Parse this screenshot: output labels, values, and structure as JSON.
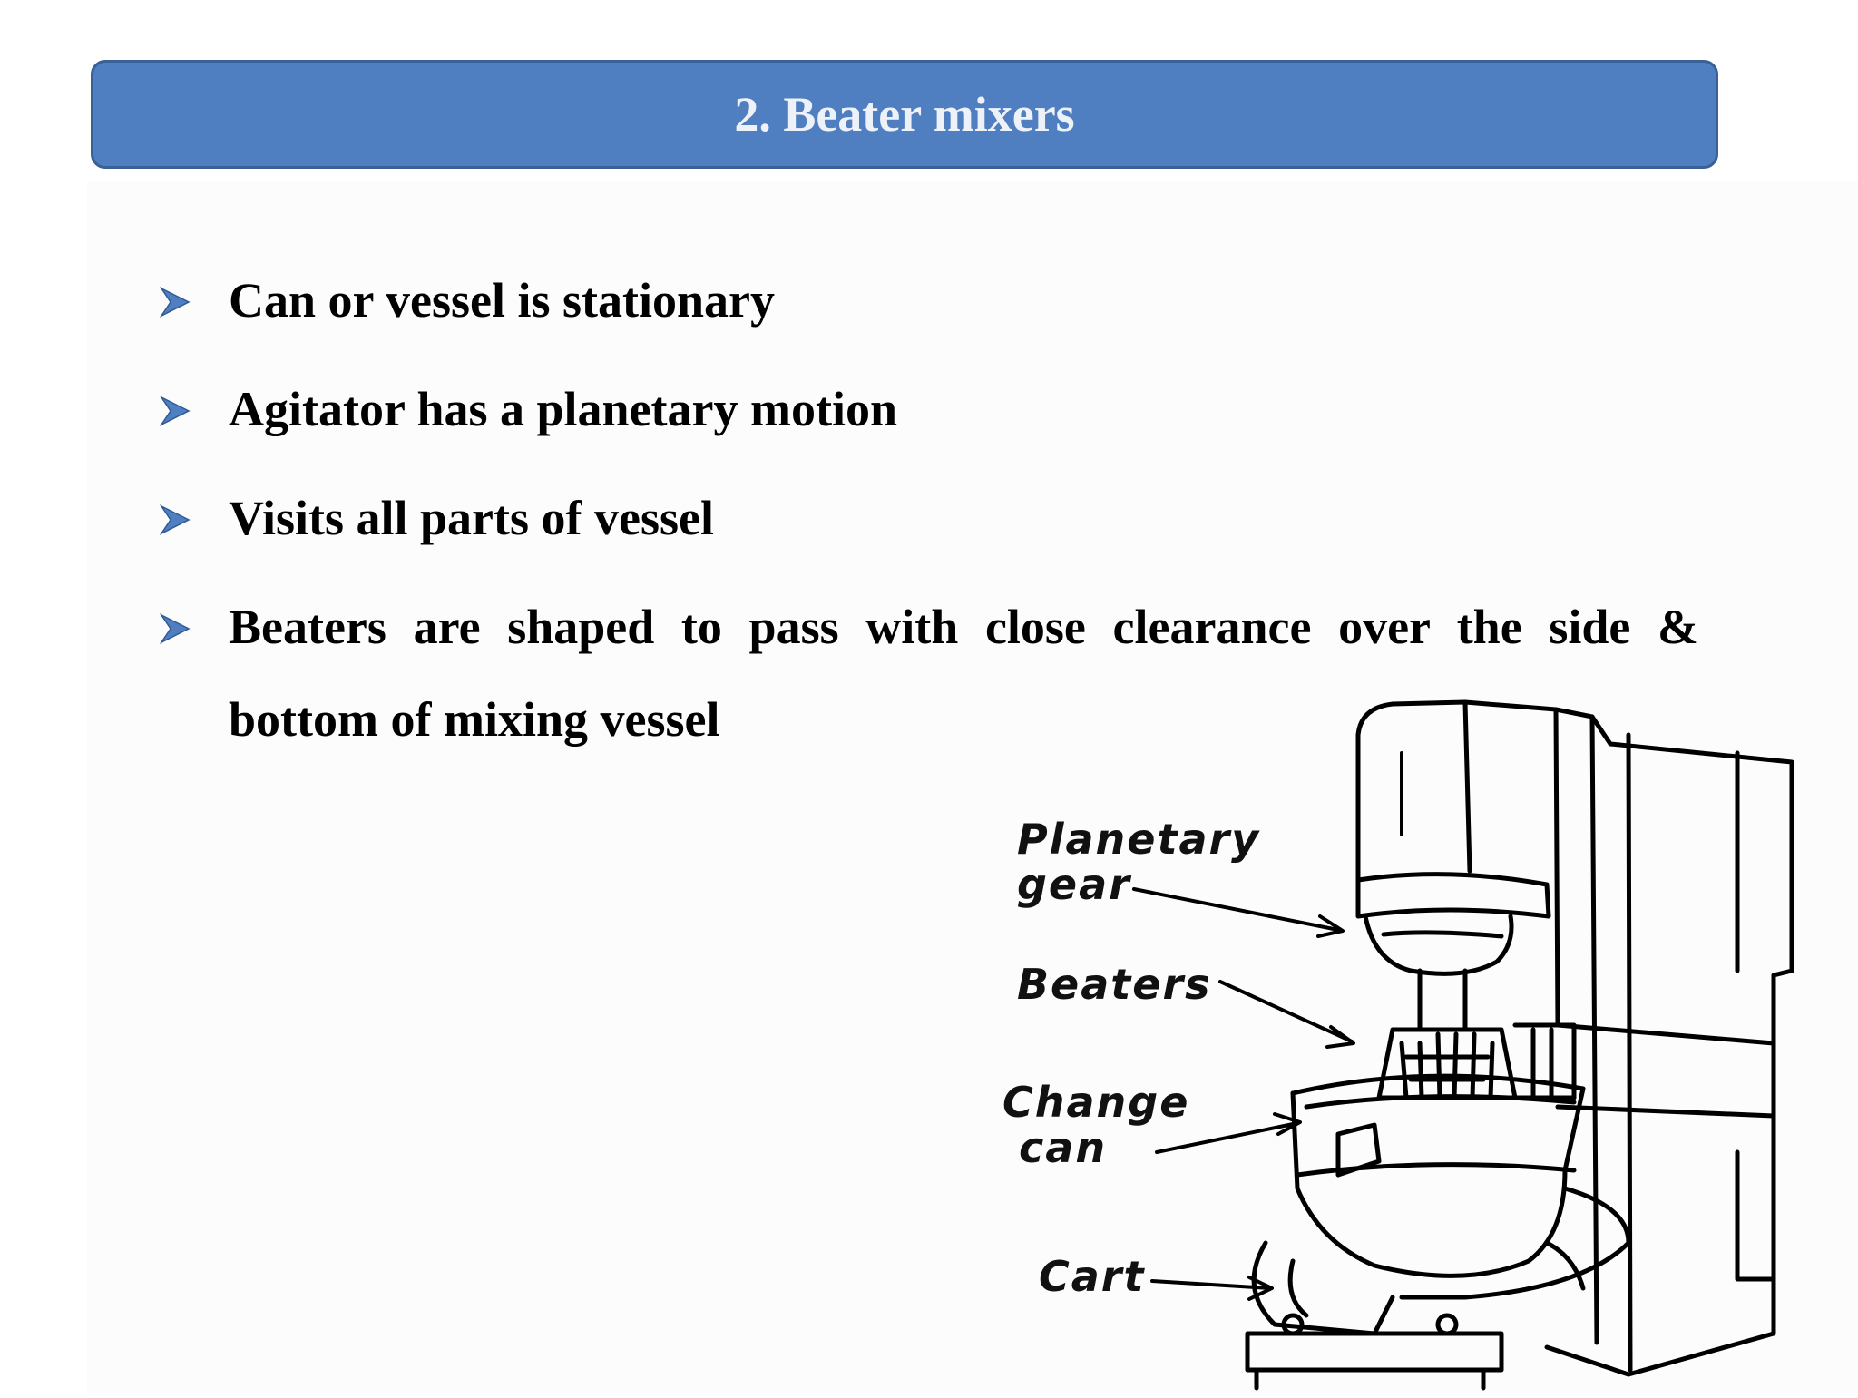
{
  "title": "2. Beater mixers",
  "colors": {
    "title_bar": "#4f7fc0",
    "bullet_marker": "#4f7fc0"
  },
  "bullet_icon": "arrowhead-bullet-icon",
  "bullets": [
    "Can or vessel is stationary",
    "Agitator has a planetary motion",
    "Visits all parts of vessel",
    "Beaters are shaped to pass with close clearance over the side & bottom of mixing vessel"
  ],
  "figure": {
    "labels": {
      "planetary_gear": "Planetary\ngear",
      "beaters": "Beaters",
      "change_can": "Change\n can",
      "cart": "Cart"
    }
  }
}
